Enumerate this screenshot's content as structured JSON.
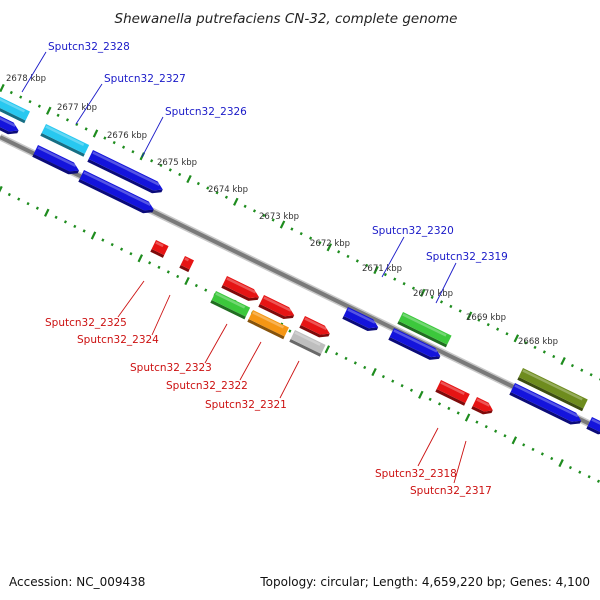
{
  "title": "Shewanella putrefaciens CN-32, complete genome",
  "footer": {
    "accession": "Accession: NC_009438",
    "summary": "Topology: circular; Length: 4,659,220 bp; Genes: 4,100"
  },
  "tick_labels": [
    "2678 kbp",
    "2677 kbp",
    "2676 kbp",
    "2675 kbp",
    "2674 kbp",
    "2673 kbp",
    "2672 kbp",
    "2671 kbp",
    "2670 kbp",
    "2669 kbp",
    "2668 kbp"
  ],
  "forward_gene_labels": [
    "Sputcn32_2328",
    "Sputcn32_2327",
    "Sputcn32_2326",
    "Sputcn32_2320",
    "Sputcn32_2319"
  ],
  "reverse_gene_labels": [
    "Sputcn32_2325",
    "Sputcn32_2324",
    "Sputcn32_2323",
    "Sputcn32_2322",
    "Sputcn32_2321",
    "Sputcn32_2318",
    "Sputcn32_2317"
  ],
  "colors": {
    "forward_label": "#1a1ac8",
    "reverse_label": "#cc1111",
    "backbone": "#808080",
    "tick": "#1e8c1e",
    "blue_gene": "#1414dc",
    "red_gene": "#e61414",
    "cyan_gene": "#28c8f0",
    "green_gene": "#3cc83c",
    "orange_gene": "#f59614",
    "grey_gene": "#bebebe",
    "olive_gene": "#6e8c1e"
  }
}
